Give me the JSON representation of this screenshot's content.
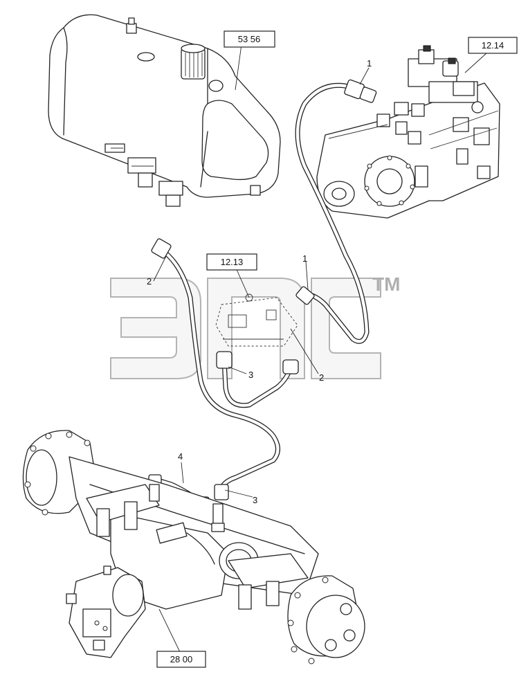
{
  "reference_boxes": {
    "tank": "53 56",
    "pump": "12.14",
    "valve": "12.13",
    "axle": "28 00"
  },
  "callouts": {
    "hose_upper": "1",
    "hose_1_lower": "1",
    "hose_2_left": "2",
    "hose_2_right": "2",
    "hose_3_upper": "3",
    "hose_3_lower": "3",
    "hose_4": "4"
  },
  "watermark": {
    "trademark": "TM"
  }
}
